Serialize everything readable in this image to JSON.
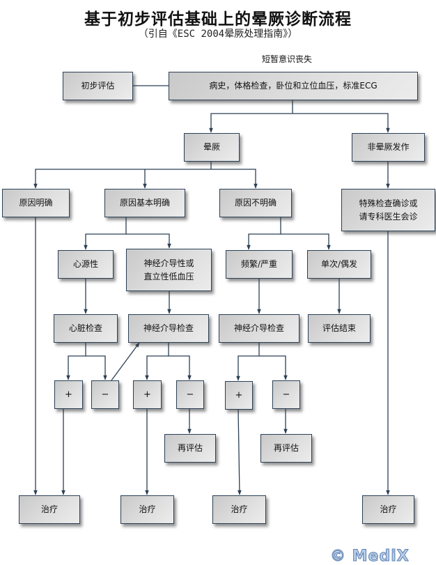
{
  "title": "基于初步评估基础上的晕厥诊断流程",
  "subtitle": "（引自《ESC 2004晕厥处理指南》）",
  "top_label": "短暂意识丧失",
  "nodes": {
    "initial_eval": "初步评估",
    "history_exam": "病史，体格检查，卧位和立位血压，标准ECG",
    "syncope": "晕厥",
    "non_syncope": "非晕厥发作",
    "cause_clear": "原因明确",
    "cause_mostly_clear": "原因基本明确",
    "cause_unclear": "原因不明确",
    "special_tests": "特殊检查确诊或\n请专科医生会诊",
    "cardiogenic": "心源性",
    "neuromediated_or_orthostatic": "神经介导性或\n直立性低血压",
    "frequent_severe": "频繁/严重",
    "single_occasional": "单次/偶发",
    "cardiac_exam": "心脏检查",
    "neuromediated_exam_1": "神经介导检查",
    "neuromediated_exam_2": "神经介导检查",
    "eval_end": "评估结束",
    "plus_1": "+",
    "minus_1": "−",
    "plus_2": "+",
    "minus_2": "−",
    "plus_3": "+",
    "minus_3": "−",
    "reassess_1": "再评估",
    "reassess_2": "再评估",
    "treatment_1": "治疗",
    "treatment_2": "治疗",
    "treatment_3": "治疗",
    "treatment_4": "治疗"
  },
  "watermark": "© MediX",
  "colors": {
    "line": "#2b3f55",
    "box_border": "#2b3f55",
    "box_fill": "#d9d9d9"
  }
}
